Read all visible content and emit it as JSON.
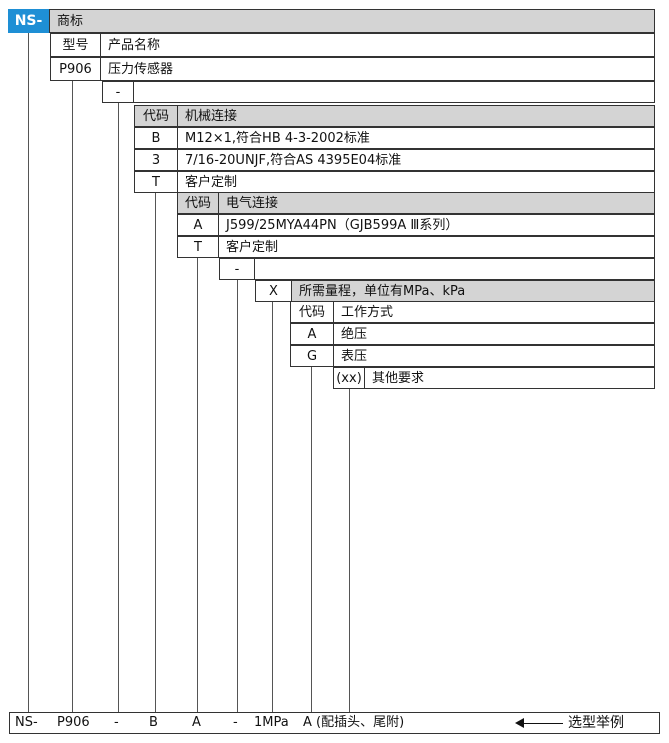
{
  "brand": {
    "code": "NS-",
    "label": "商标"
  },
  "model": {
    "header": "型号",
    "name_header": "产品名称",
    "code": "P906",
    "name": "压力传感器"
  },
  "separators": {
    "first": "-",
    "second": "-"
  },
  "mechanical": {
    "code_header": "代码",
    "title": "机械连接",
    "options": [
      {
        "code": "B",
        "desc": "M12×1,符合HB 4-3-2002标准"
      },
      {
        "code": "3",
        "desc": "7/16-20UNJF,符合AS 4395E04标准"
      },
      {
        "code": "T",
        "desc": "客户定制"
      }
    ]
  },
  "electrical": {
    "code_header": "代码",
    "title": "电气连接",
    "options": [
      {
        "code": "A",
        "desc": "J599/25MYA44PN（GJB599A Ⅲ系列）"
      },
      {
        "code": "T",
        "desc": "客户定制"
      }
    ]
  },
  "range": {
    "code": "X",
    "desc": "所需量程，单位有MPa、kPa"
  },
  "mode": {
    "code_header": "代码",
    "title": "工作方式",
    "options": [
      {
        "code": "A",
        "desc": "绝压"
      },
      {
        "code": "G",
        "desc": "表压"
      }
    ]
  },
  "other": {
    "code": "(xx)",
    "desc": "其他要求"
  },
  "example": {
    "parts": [
      "NS-",
      "P906",
      "-",
      "B",
      "A",
      "-",
      "1MPa",
      "A (配插头、尾附)"
    ],
    "caption": "选型举例"
  }
}
